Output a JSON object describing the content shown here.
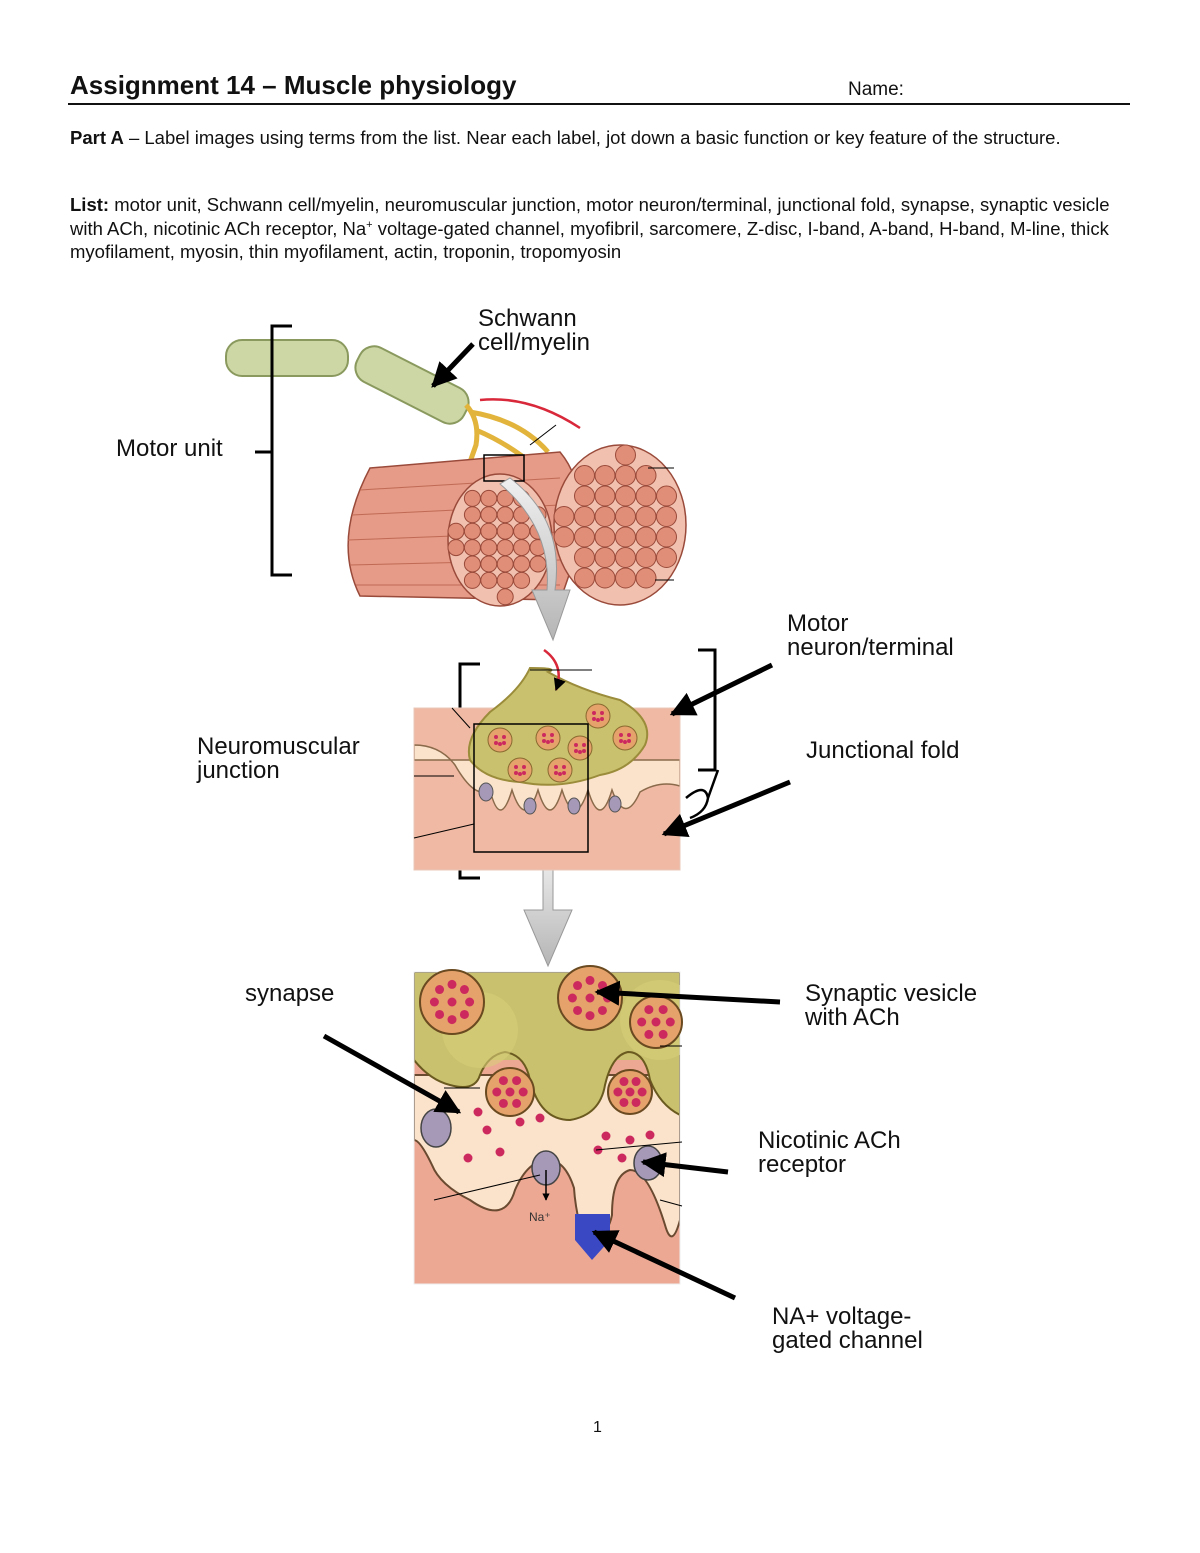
{
  "header": {
    "title": "Assignment 14 – Muscle physiology",
    "name_label": "Name:"
  },
  "part_a": {
    "label": "Part A",
    "instructions": " – Label images using terms from the list.  Near each label, jot down a basic function or key feature of the structure."
  },
  "term_list": {
    "label": "List:",
    "before_sup": " motor unit, Schwann cell/myelin, neuromuscular junction, motor neuron/terminal, junctional fold, synapse, synaptic vesicle with ACh, nicotinic ACh receptor, Na",
    "sup": "+",
    "after_sup": " voltage-gated channel, myofibril, sarcomere, Z-disc, I-band, A-band, H-band, M-line, thick myofilament, myosin, thin myofilament, actin, troponin, tropomyosin"
  },
  "labels": {
    "schwann": [
      "Schwann",
      "cell/myelin"
    ],
    "motor_unit": "Motor unit",
    "motor_neuron": [
      "Motor",
      "neuron/terminal"
    ],
    "neuromuscular": [
      "Neuromuscular",
      "junction"
    ],
    "junctional_fold": "Junctional fold",
    "synapse": "synapse",
    "synaptic_vesicle": [
      "Synaptic vesicle",
      "with ACh"
    ],
    "nicotinic": [
      "Nicotinic ACh",
      "receptor"
    ],
    "na_channel": [
      "NA+ voltage-",
      "gated channel"
    ],
    "ion": "Na⁺"
  },
  "colors": {
    "muscle": "#e9a08c",
    "terminal": "#cdc269",
    "myelin": "#cdd7a6",
    "vesicle": "#e5a26a",
    "ach": "#cc2a5f",
    "channel_blue": "#3a48c4",
    "receptor": "#a698b7",
    "cleft": "#fbe3cb"
  },
  "footer": {
    "page_number": "1"
  }
}
